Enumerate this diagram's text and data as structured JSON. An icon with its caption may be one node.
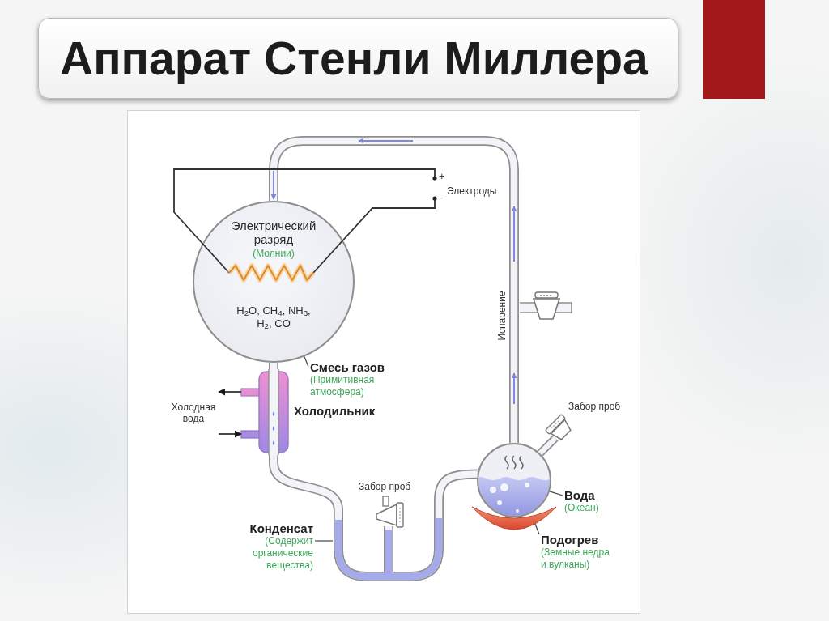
{
  "diagram": {
    "title": "Аппарат Стенли Миллера",
    "nodes": [
      {
        "text": [
          "Электрический разряд",
          "(Молнии)",
          "H$_{2}$O, CH$_{4}$, NH$_{3}$, H$_{2}$, CO"
        ]
      },
      {
        "text": [
          "Смесь газов",
          "(Примитивная атмосфера)"
        ]
      },
      {
        "text": [],
        "shape": "picture",
        "beside": [
          "Холодильник"
        ]
      },
      {
        "text": [
          "Холодная вода"
        ]
      },
      {
        "text": [
          "Конденсат",
          "(Содержит органические вещества)"
        ]
      },
      {
        "text": [],
        "shape": "picture"
      },
      {
        "text": [
          "Вода",
          "(Океан)"
        ]
      },
      {
        "text": [],
        "shape": "picture"
      },
      {
        "text": [
          "Подогрев",
          "(Земные недра и вулканы)"
        ]
      },
      {
        "text": [],
        "shape": "picture"
      }
    ],
    "edges": [
      {
        "from": 1,
        "to": 0,
        "arrow": "none"
      },
      {
        "from": 0,
        "to": 2,
        "arrow": "none",
        "style": "thick"
      },
      {
        "from": 2,
        "to": 3,
        "arrow": "to"
      },
      {
        "from": 3,
        "to": 2,
        "arrow": "to"
      },
      {
        "from": 4,
        "to": 5,
        "arrow": "none"
      },
      {
        "from": 2,
        "to": 5,
        "arrow": "none",
        "style": "thick"
      },
      {
        "from": 5,
        "to": 7,
        "arrow": "none",
        "style": "thick"
      },
      {
        "from": 7,
        "to": 0,
        "arrow": "to",
        "style": "thick",
        "label": "Испарение"
      },
      {
        "from": 6,
        "to": 7,
        "arrow": "none"
      },
      {
        "from": 8,
        "to": 9,
        "arrow": "none"
      }
    ],
    "labels": [
      "+",
      "Электроды",
      "-",
      "Забор проб",
      "Забор проб"
    ]
  }
}
